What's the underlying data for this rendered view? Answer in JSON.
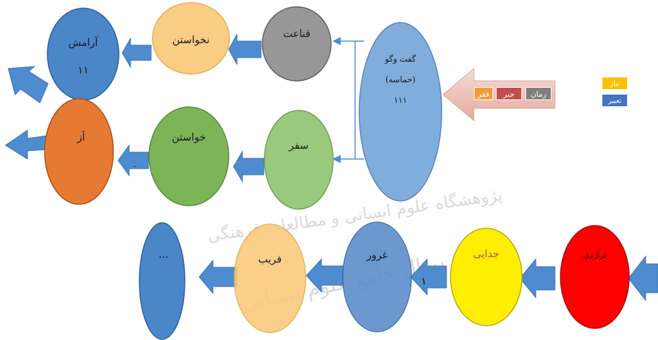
{
  "nodes": {
    "aramesh": {
      "title": "آرامش",
      "value": "١١",
      "color": "#4a86c8"
    },
    "nakhastan": {
      "title": "نخواستن",
      "color": "#f9c97a"
    },
    "ghanaat": {
      "title": "قناعت",
      "color": "#8c8c8c"
    },
    "goftogoo": {
      "line1": "گفت وگو",
      "line2": "(حماسه)",
      "value": "١١١",
      "color": "#6a9fd6"
    },
    "az": {
      "title": "آز",
      "color": "#e77a33"
    },
    "khastan": {
      "title": "خواستن",
      "color": "#71ae4a"
    },
    "safar": {
      "title": "سفر",
      "color": "#8cc26a"
    },
    "trajedy": {
      "title": "تراژدی",
      "color": "#ff0000"
    },
    "jodaee": {
      "title": "جدایی",
      "color": "#ffee00"
    },
    "ghoroor": {
      "title": "غرور",
      "color": "#5b8dc9"
    },
    "fareeb": {
      "title": "فریب",
      "color": "#f9c97a"
    },
    "ellipsis": {
      "title": "...",
      "color": "#4a86c8"
    }
  },
  "edge_labels": {
    "az_khastan": "٠",
    "ghoroor_jodaee": "١"
  },
  "input_tags": [
    {
      "label": "زمان",
      "color": "#7f7f7f"
    },
    {
      "label": "جبر",
      "color": "#c0504d"
    },
    {
      "label": "فقر",
      "color": "#f39c3a"
    }
  ],
  "legend": [
    {
      "label": "نیاز",
      "color": "#ffc000"
    },
    {
      "label": "تعبیر",
      "color": "#4472c4"
    }
  ],
  "colors": {
    "arrow": "#4f8ccf",
    "big_arrow": "#e8b9b0",
    "watermark": "#b9b9b9"
  },
  "watermark": {
    "line1": "پژوهشگاه علوم انسانی و مطالعات فرهنگی",
    "line2": "پرتال جامع علوم انسانی"
  }
}
